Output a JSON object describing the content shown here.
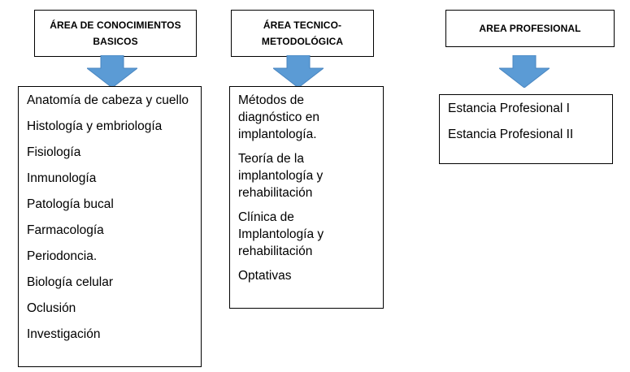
{
  "areas": [
    {
      "header": "ÁREA DE CONOCIMIENTOS BASICOS",
      "items": [
        "Anatomía de cabeza y cuello",
        "Histología y embriología",
        "Fisiología",
        "Inmunología",
        "Patología bucal",
        "Farmacología",
        "Periodoncia.",
        "Biología celular",
        "Oclusión",
        "Investigación"
      ]
    },
    {
      "header": "ÁREA TECNICO-METODOLÓGICA",
      "items": [
        "Métodos de diagnóstico en implantología.",
        "Teoría de la implantología y rehabilitación",
        "Clínica de Implantología y rehabilitación",
        "Optativas"
      ]
    },
    {
      "header": "AREA PROFESIONAL",
      "items": [
        "Estancia Profesional I",
        "Estancia Profesional II"
      ]
    }
  ],
  "colors": {
    "arrow_fill": "#5b9bd5",
    "border": "#000000"
  },
  "icons": [
    "down-arrow-icon"
  ]
}
